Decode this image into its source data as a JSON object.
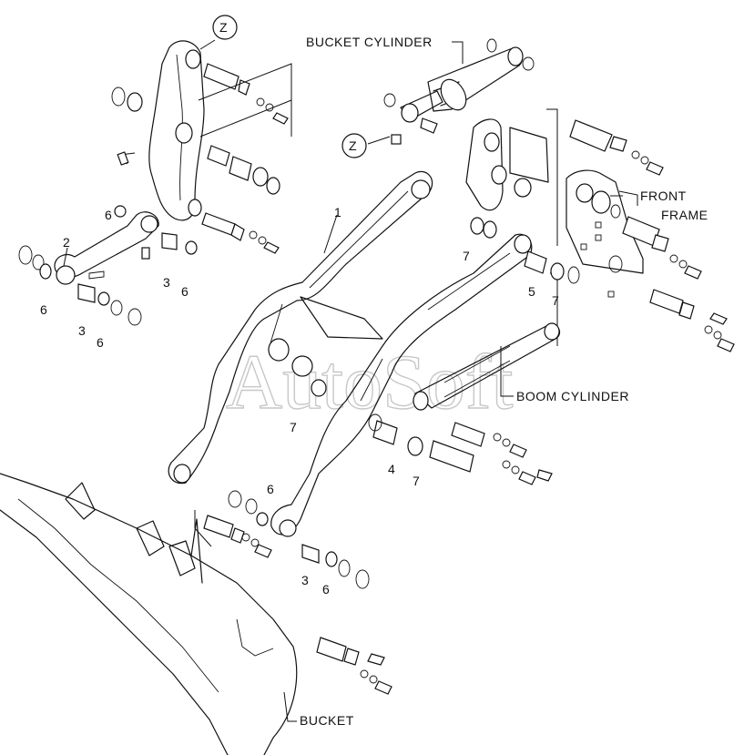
{
  "labels": {
    "bucket_cylinder": "BUCKET CYLINDER",
    "front": "FRONT",
    "frame": "FRAME",
    "boom_cylinder": "BOOM CYLINDER",
    "bucket": "BUCKET",
    "detail_z_top": "Z",
    "detail_z_mid": "Z"
  },
  "watermark": "AutoSoft",
  "callouts": {
    "n1": "1",
    "n2": "2",
    "n3a": "3",
    "n3b": "3",
    "n3c": "3",
    "n4": "4",
    "n5": "5",
    "n6a": "6",
    "n6b": "6",
    "n6c": "6",
    "n6d": "6",
    "n6e": "6",
    "n6f": "6",
    "n7a": "7",
    "n7b": "7",
    "n7c": "7",
    "n7d": "7"
  }
}
